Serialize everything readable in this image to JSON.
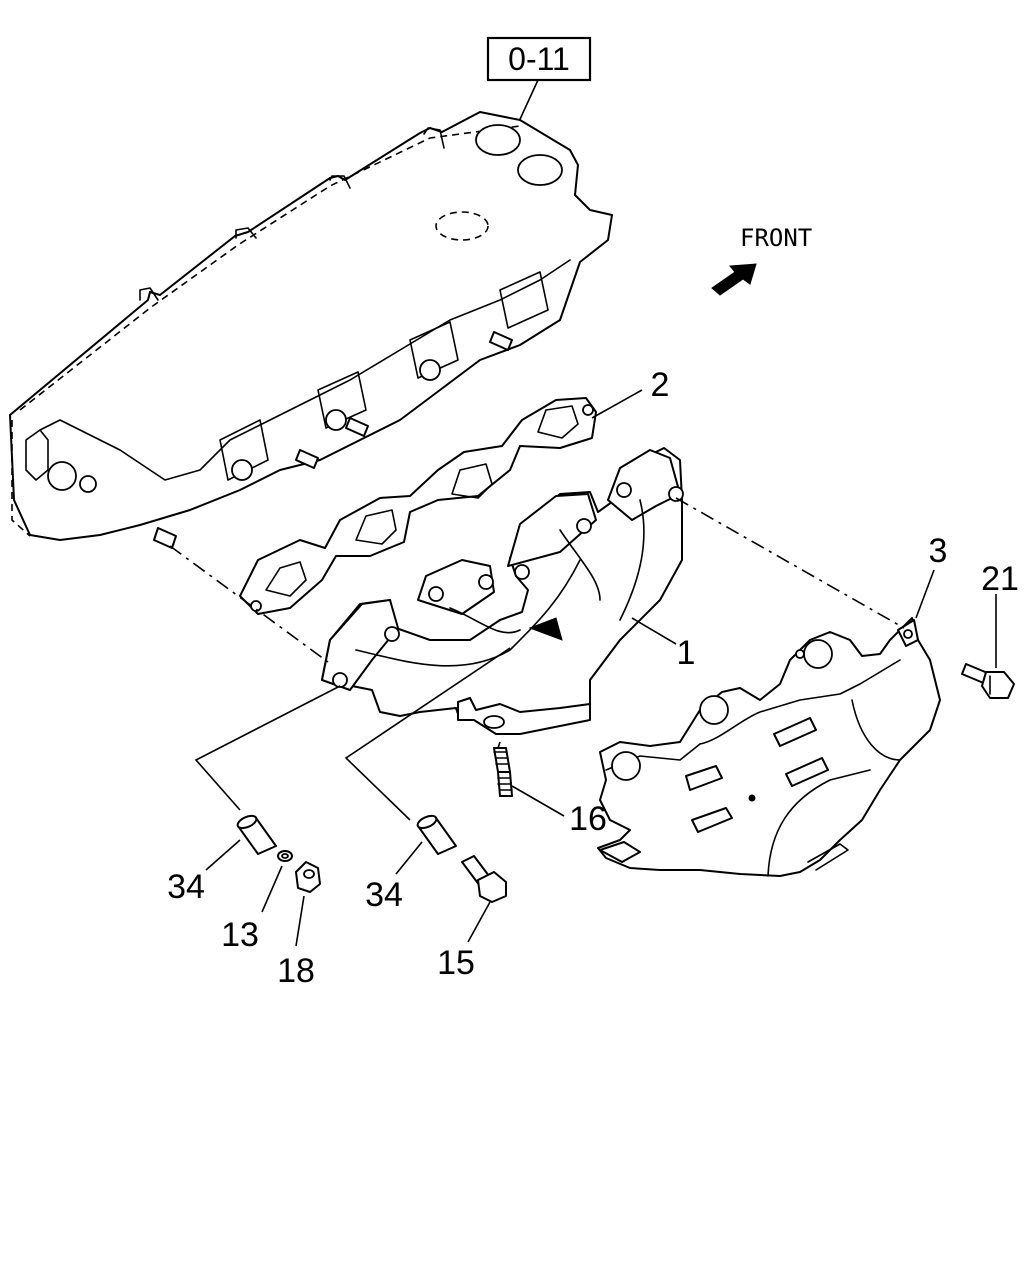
{
  "reference": {
    "label": "0-11"
  },
  "orientation": {
    "label": "FRONT"
  },
  "callouts": [
    {
      "id": "c1",
      "text": "1"
    },
    {
      "id": "c2",
      "text": "2"
    },
    {
      "id": "c3",
      "text": "3"
    },
    {
      "id": "c21",
      "text": "21"
    },
    {
      "id": "c16",
      "text": "16"
    },
    {
      "id": "c34a",
      "text": "34"
    },
    {
      "id": "c13",
      "text": "13"
    },
    {
      "id": "c18",
      "text": "18"
    },
    {
      "id": "c34b",
      "text": "34"
    },
    {
      "id": "c15",
      "text": "15"
    }
  ]
}
